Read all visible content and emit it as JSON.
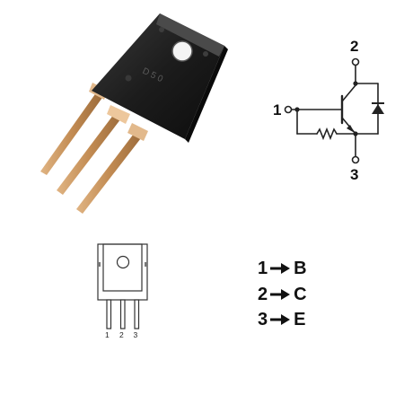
{
  "schematic": {
    "pin1": "1",
    "pin2": "2",
    "pin3": "3"
  },
  "outline": {
    "pins": [
      "1",
      "2",
      "3"
    ]
  },
  "legend": [
    {
      "number": "1",
      "terminal": "B"
    },
    {
      "number": "2",
      "terminal": "C"
    },
    {
      "number": "3",
      "terminal": "E"
    }
  ],
  "colors": {
    "package_body": "#1a1a1a",
    "mounting_tab": "#2a2a2a",
    "lead_copper": "#c9955c",
    "line": "#222222"
  }
}
